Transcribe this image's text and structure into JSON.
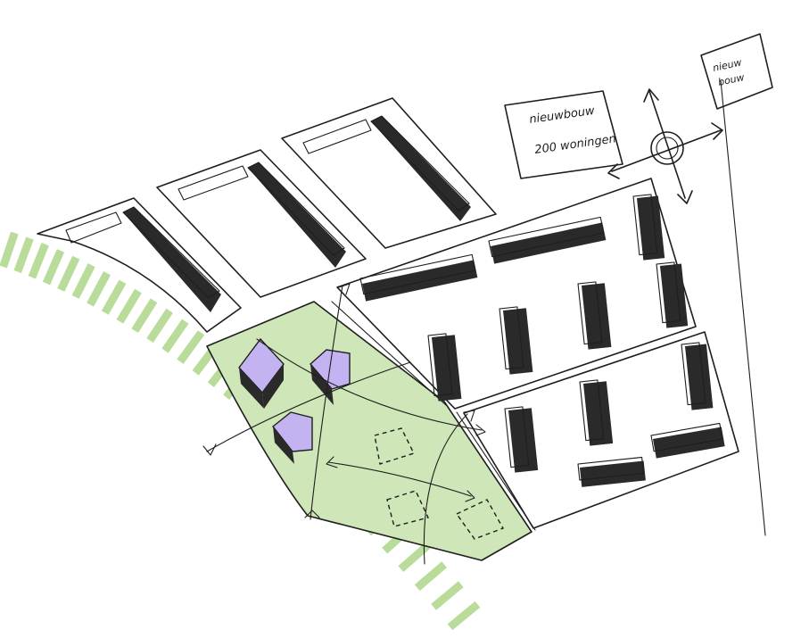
{
  "labels": {
    "newbuild_line1": "nieuwbouw",
    "newbuild_line2": "200 woningen",
    "newbuild_small_line1": "nieuw",
    "newbuild_small_line2": "bouw"
  },
  "colors": {
    "park_green": "#cfe7b8",
    "green_stripe": "#b9dc9a",
    "tower_purple": "#c3b3f0",
    "ink": "#1e1e1e",
    "block_shadow": "#2a2a2a"
  },
  "icons": {
    "compass": "north-arrow-compass-icon"
  }
}
